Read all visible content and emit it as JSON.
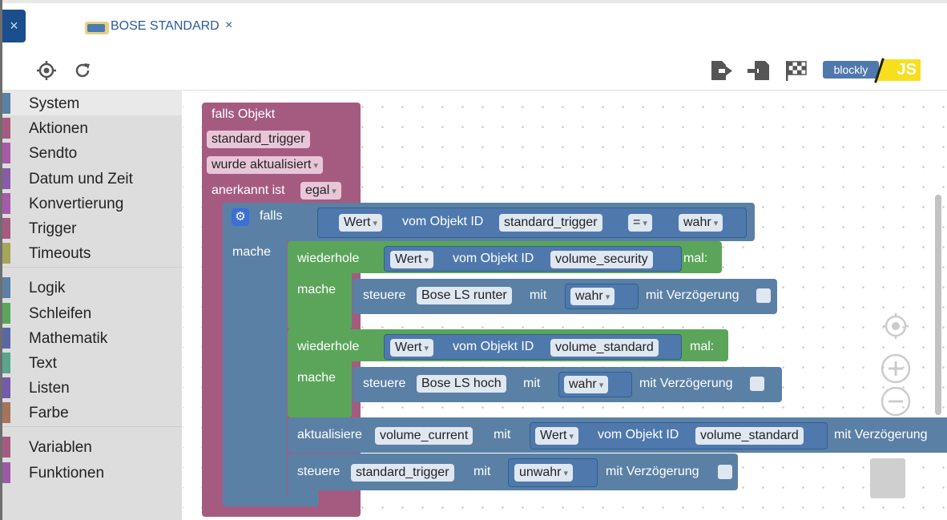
{
  "tab": {
    "label": "BOSE STANDARD",
    "close": "×",
    "logo": "blockly"
  },
  "close_button": "×",
  "toolbar": {
    "locate_icon": "⌖",
    "refresh_icon": "↻",
    "export_icon": "export-icon",
    "import_icon": "import-icon",
    "run_icon": "flag-icon",
    "blockly_label": "blockly",
    "js_label": "JS"
  },
  "sidebar": {
    "items": [
      {
        "label": "System",
        "color": "#5b80a5",
        "group": 1
      },
      {
        "label": "Aktionen",
        "color": "#a55b80",
        "group": 1
      },
      {
        "label": "Sendto",
        "color": "#a55ba5",
        "group": 1
      },
      {
        "label": "Datum und Zeit",
        "color": "#8a5ba5",
        "group": 1
      },
      {
        "label": "Konvertierung",
        "color": "#a55ba5",
        "group": 1
      },
      {
        "label": "Trigger",
        "color": "#a55b80",
        "group": 1
      },
      {
        "label": "Timeouts",
        "color": "#a5a55b",
        "group": 1
      },
      {
        "label": "Logik",
        "color": "#5b80a5",
        "group": 2
      },
      {
        "label": "Schleifen",
        "color": "#5ba55b",
        "group": 2
      },
      {
        "label": "Mathematik",
        "color": "#5b67a5",
        "group": 2
      },
      {
        "label": "Text",
        "color": "#5ba58c",
        "group": 2
      },
      {
        "label": "Listen",
        "color": "#745ba5",
        "group": 2
      },
      {
        "label": "Farbe",
        "color": "#a5745b",
        "group": 2
      },
      {
        "label": "Variablen",
        "color": "#a55b80",
        "group": 3
      },
      {
        "label": "Funktionen",
        "color": "#995ba5",
        "group": 3
      }
    ]
  },
  "blocks": {
    "trigger": {
      "title": "falls Objekt",
      "object_id": "standard_trigger",
      "event": "wurde aktualisiert",
      "ack_label": "anerkannt ist",
      "ack_value": "egal"
    },
    "if_block": {
      "falls": "falls",
      "mache": "mache",
      "wert": "Wert",
      "vom_objekt": "vom Objekt ID",
      "object_id": "standard_trigger",
      "op": "=",
      "value": "wahr"
    },
    "repeat1": {
      "label": "wiederhole",
      "wert": "Wert",
      "vom_objekt": "vom Objekt ID",
      "object_id": "volume_security",
      "times": "mal:",
      "mache": "mache",
      "control": "steuere",
      "target": "Bose LS runter",
      "with": "mit",
      "value": "wahr",
      "delay": "mit Verzögerung"
    },
    "repeat2": {
      "label": "wiederhole",
      "wert": "Wert",
      "vom_objekt": "vom Objekt ID",
      "object_id": "volume_standard",
      "times": "mal:",
      "mache": "mache",
      "control": "steuere",
      "target": "Bose LS hoch",
      "with": "mit",
      "value": "wahr",
      "delay": "mit Verzögerung"
    },
    "update": {
      "label": "aktualisiere",
      "target": "volume_current",
      "with": "mit",
      "wert": "Wert",
      "vom_objekt": "vom Objekt ID",
      "object_id": "volume_standard",
      "delay": "mit Verzögerung"
    },
    "control_final": {
      "label": "steuere",
      "target": "standard_trigger",
      "with": "mit",
      "value": "unwahr",
      "delay": "mit Verzögerung"
    }
  }
}
